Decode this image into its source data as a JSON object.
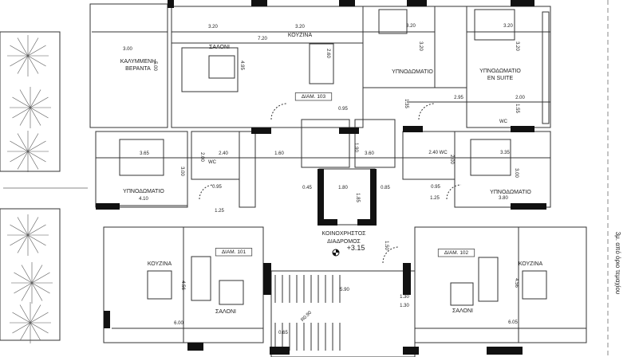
{
  "plan": {
    "apartments": [
      {
        "label": "ΔΙΑΜ. 103"
      },
      {
        "label": "ΔΙΑΜ. 101"
      },
      {
        "label": "ΔΙΑΜ. 102"
      }
    ],
    "rooms": {
      "veranda_1": "ΚΑΛΥΜΜΕΝΗ",
      "veranda_2": "ΒΕΡΑΝΤΑ",
      "salon": "ΣΑΛΟΝΙ",
      "kitchen": "ΚΟΥΖΙΝΑ",
      "bedroom": "ΥΠΝΟΔΩΜΑΤΙΟ",
      "en_suite": "EN SUITE",
      "wc": "WC",
      "wc_dim": "2.40 WC",
      "corridor_1": "ΚΟΙΝΟΧΡΗΣΤΟΣ",
      "corridor_2": "ΔΙΑΔΡΟΜΟΣ",
      "level": "+3.15"
    },
    "boundary_note": "3μ. από όριο τεμαχίου",
    "dims": [
      "3.00",
      "5.00",
      "3.20",
      "7.20",
      "3.20",
      "4.95",
      "2.60",
      "0.95",
      "3.20",
      "3.20",
      "3.20",
      "3.20",
      "2.95",
      "2.00",
      "1.35",
      "1.55",
      "3.65",
      "2.40",
      "1.60",
      "2.00",
      "3.00",
      "4.10",
      "0.95",
      "1.25",
      "1.90",
      "3.60",
      "1.80",
      "1.85",
      "0.45",
      "0.85",
      "1.50",
      "3.35",
      "2.00",
      "3.00",
      "0.95",
      "1.25",
      "3.80",
      "4.56",
      "6.00",
      "0.65",
      "R0.90",
      "5.90",
      "4.56",
      "6.05",
      "1.30",
      "1.30"
    ],
    "colors": {
      "wall": "#111111",
      "line": "#333333",
      "tree": "#555555",
      "dashed": "#888888"
    }
  }
}
